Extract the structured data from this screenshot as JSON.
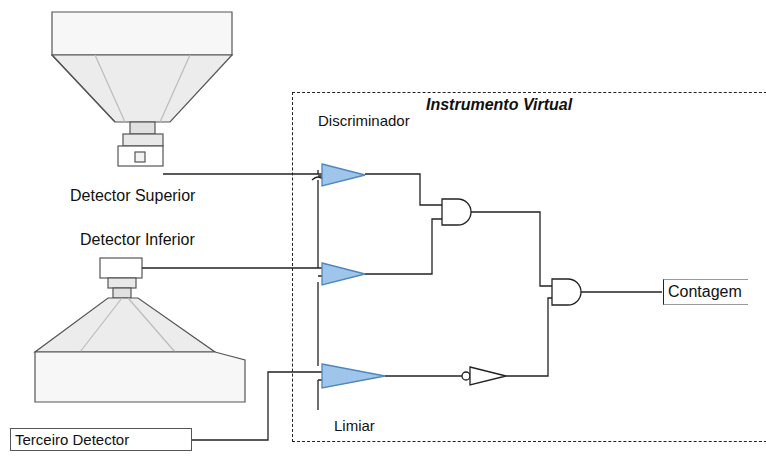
{
  "diagram": {
    "nodes": [
      {
        "text": [
          "Detector Superior"
        ]
      },
      {
        "text": [
          "Detector Inferior"
        ]
      },
      {
        "text": [
          "Terceiro Detector"
        ]
      },
      {
        "text": [
          "Instrumento Virtual"
        ]
      },
      {
        "text": [
          "Contagem"
        ],
        "in": 3
      }
    ],
    "labels": [
      "Discriminador",
      "Limiar"
    ]
  }
}
